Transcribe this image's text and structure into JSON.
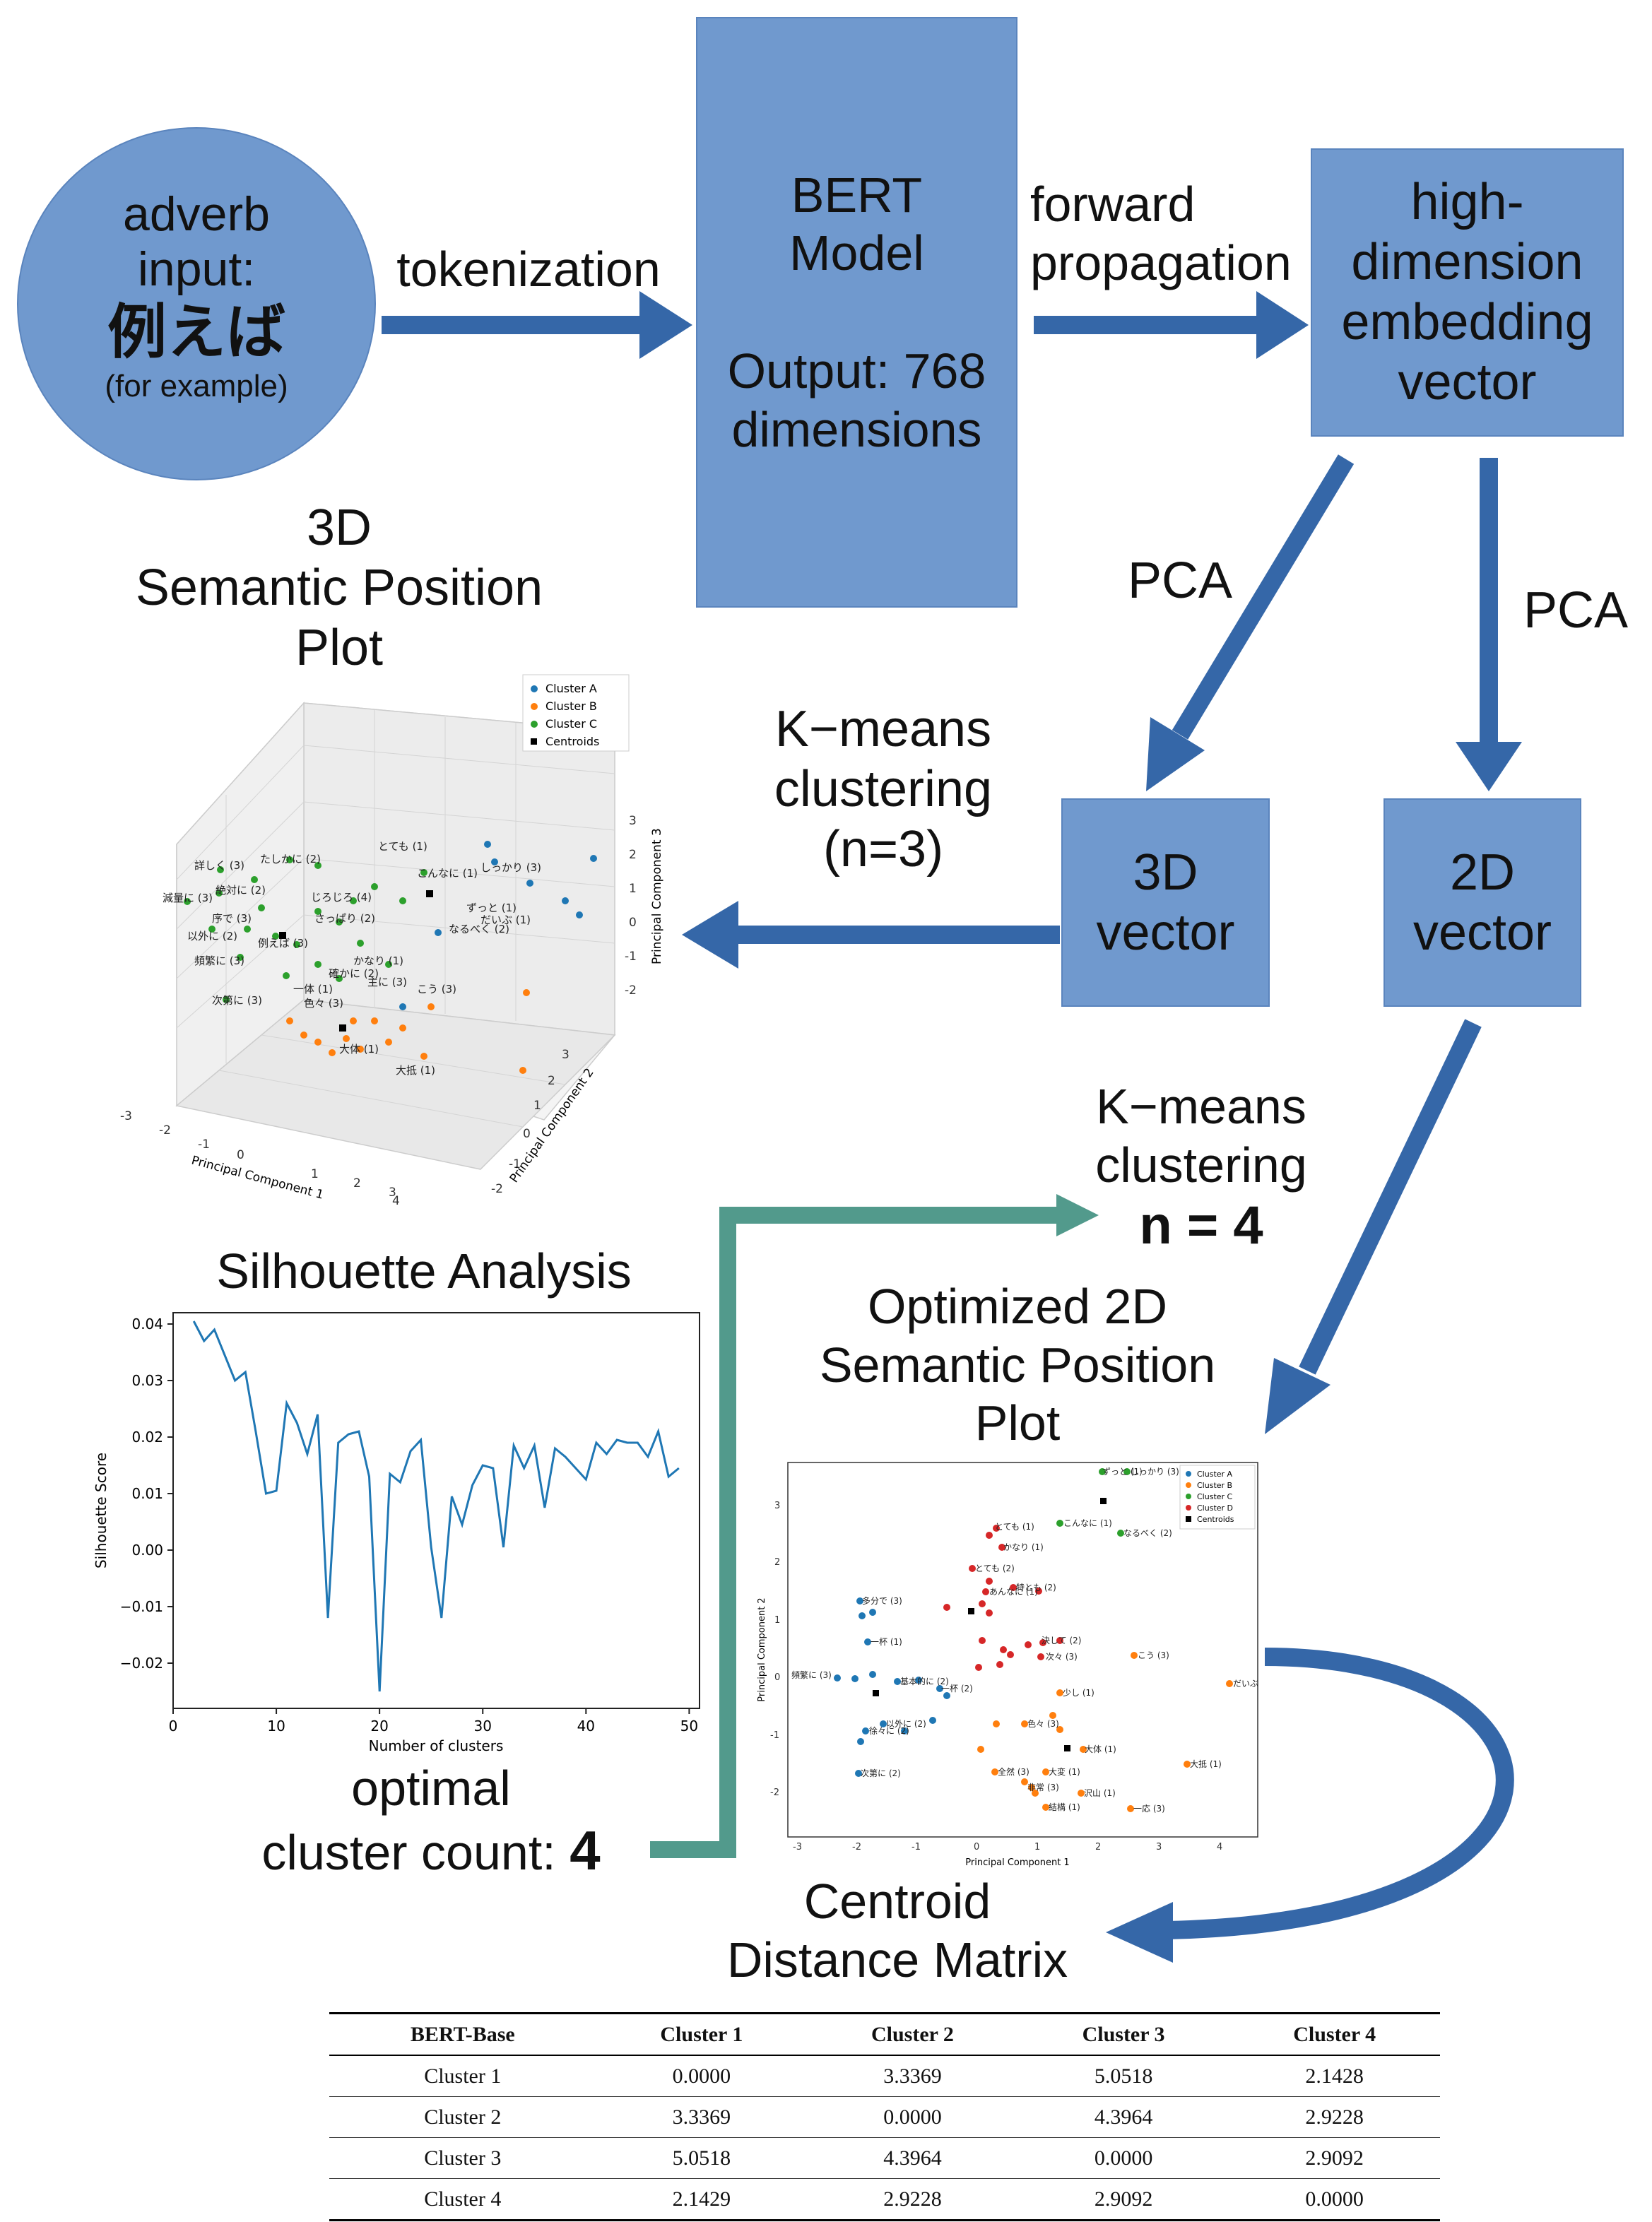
{
  "input": {
    "line1": "adverb",
    "line2": "input:",
    "word": "例えば",
    "gloss": "(for example)"
  },
  "arrows": {
    "tokenization": "tokenization",
    "forward": [
      "forward",
      "propagation"
    ],
    "pca_left": "PCA",
    "pca_right": "PCA",
    "kmeans3": [
      "K−means",
      "clustering",
      "(n=3)"
    ],
    "kmeans4": [
      "K−means",
      "clustering"
    ],
    "kmeans4_n": "n = 4"
  },
  "bert": {
    "line1": "BERT",
    "line2": "Model",
    "line3": "Output: 768",
    "line4": "dimensions"
  },
  "embed": {
    "lines": [
      "high-",
      "dimension",
      "embedding",
      "vector"
    ]
  },
  "vec3d": {
    "line1": "3D",
    "line2": "vector"
  },
  "vec2d": {
    "line1": "2D",
    "line2": "vector"
  },
  "plot3d": {
    "title": [
      "3D",
      "Semantic Position",
      "Plot"
    ],
    "legend": [
      "Cluster A",
      "Cluster B",
      "Cluster C",
      "Centroids"
    ],
    "xlabel": "Principal Component 1",
    "ylabel": "Principal Component 2",
    "zlabel": "Principal Component 3",
    "xticks": [
      "-3",
      "-2",
      "-1",
      "0",
      "1",
      "2",
      "3",
      "4"
    ],
    "yticks": [
      "-2",
      "-1",
      "0",
      "1",
      "2",
      "3"
    ],
    "zticks": [
      "3",
      "2",
      "1",
      "0",
      "-1",
      "-2"
    ],
    "word_labels": [
      "とても (1)",
      "しっかり (3)",
      "こんなに (1)",
      "詳しく (3)",
      "減量に (3)",
      "絶対に (2)",
      "たしかに (2)",
      "じろじろ (4)",
      "ずっと (1)",
      "だいぶ (1)",
      "なるべく (2)",
      "以外に (2)",
      "頻繁に (3)",
      "次第に (3)",
      "大抵 (1)",
      "大体 (1)",
      "こう (3)",
      "さっぱり (2)",
      "かなり (1)",
      "確かに (2)",
      "主に (3)",
      "一体 (1)",
      "色々 (3)",
      "序で (3)",
      "例えば (3)"
    ],
    "colors": {
      "A": "#1f77b4",
      "B": "#ff7f0e",
      "C": "#2ca02c",
      "centroid": "#000000"
    }
  },
  "silhouette": {
    "title": "Silhouette Analysis",
    "caption": [
      "optimal",
      "cluster count: "
    ],
    "caption_bold": "4"
  },
  "plot2d": {
    "title": [
      "Optimized 2D",
      "Semantic Position",
      "Plot"
    ],
    "legend": [
      "Cluster A",
      "Cluster B",
      "Cluster C",
      "Cluster D",
      "Centroids"
    ],
    "xlabel": "Principal Component 1",
    "ylabel": "Principal Component 2",
    "xticks": [
      "-3",
      "-2",
      "-1",
      "0",
      "1",
      "2",
      "3",
      "4"
    ],
    "yticks": [
      "3",
      "2",
      "1",
      "0",
      "-1",
      "-2"
    ],
    "word_labels": [
      "ずっと (1)",
      "しっかり (3)",
      "こんなに (1)",
      "なるべく (2)",
      "とても (1)",
      "かなり (1)",
      "多分で (3)",
      "とても (2)",
      "あんなに (1)",
      "特とも (2)",
      "こう (3)",
      "だいぶ",
      "大体 (1)",
      "決して (2)",
      "次々 (3)",
      "一杯 (1)",
      "基本的に (2)",
      "一杯 (2)",
      "大抵 (1)",
      "頻繁に (3)",
      "次第に (2)",
      "大変 (1)",
      "非常 (3)",
      "結構 (1)",
      "沢山 (1)",
      "一応 (3)",
      "少し (1)",
      "色々 (3)",
      "全然 (3)",
      "徐々に (2)",
      "以外に (2)"
    ],
    "colors": {
      "A": "#1f77b4",
      "B": "#ff7f0e",
      "C": "#2ca02c",
      "D": "#d62728",
      "centroid": "#000000"
    }
  },
  "matrix": {
    "title": [
      "Centroid",
      "Distance Matrix"
    ],
    "headers": [
      "BERT-Base",
      "Cluster 1",
      "Cluster 2",
      "Cluster 3",
      "Cluster 4"
    ],
    "rows": [
      [
        "Cluster 1",
        "0.0000",
        "3.3369",
        "5.0518",
        "2.1428"
      ],
      [
        "Cluster 2",
        "3.3369",
        "0.0000",
        "4.3964",
        "2.9228"
      ],
      [
        "Cluster 3",
        "5.0518",
        "4.3964",
        "0.0000",
        "2.9092"
      ],
      [
        "Cluster 4",
        "2.1429",
        "2.9228",
        "2.9092",
        "0.0000"
      ]
    ]
  },
  "chart_data": {
    "type": "line",
    "title": "Silhouette Analysis",
    "xlabel": "Number of clusters",
    "ylabel": "Silhouette Score",
    "xlim": [
      0,
      51
    ],
    "ylim": [
      -0.028,
      0.042
    ],
    "xticks": [
      0,
      10,
      20,
      30,
      40,
      50
    ],
    "yticks": [
      0.04,
      0.03,
      0.02,
      0.01,
      0.0,
      -0.01,
      -0.02
    ],
    "ytick_labels": [
      "0.04",
      "0.03",
      "0.02",
      "0.01",
      "0.00",
      "−0.01",
      "−0.02"
    ],
    "line_color": "#1f77b4",
    "series": [
      {
        "x": [
          2,
          3,
          4,
          5,
          6,
          7,
          8,
          9,
          10,
          11,
          12,
          13,
          14,
          15,
          16,
          17,
          18,
          19,
          20,
          21,
          22,
          23,
          24,
          25,
          26,
          27,
          28,
          29,
          30,
          31,
          32,
          33,
          34,
          35,
          36,
          37,
          38,
          39,
          40,
          41,
          42,
          43,
          44,
          45,
          46,
          47,
          48,
          49
        ],
        "values": [
          0.0405,
          0.037,
          0.039,
          0.0345,
          0.03,
          0.0315,
          0.021,
          0.01,
          0.0105,
          0.026,
          0.0225,
          0.017,
          0.024,
          -0.012,
          0.019,
          0.0205,
          0.021,
          0.013,
          -0.025,
          0.0135,
          0.012,
          0.0175,
          0.0195,
          0.0005,
          -0.012,
          0.0095,
          0.0045,
          0.0115,
          0.015,
          0.0145,
          0.0005,
          0.0185,
          0.0145,
          0.0185,
          0.0075,
          0.018,
          0.0165,
          0.0145,
          0.0125,
          0.019,
          0.017,
          0.0195,
          0.019,
          0.019,
          0.0165,
          0.021,
          0.013,
          0.0145
        ]
      }
    ]
  }
}
